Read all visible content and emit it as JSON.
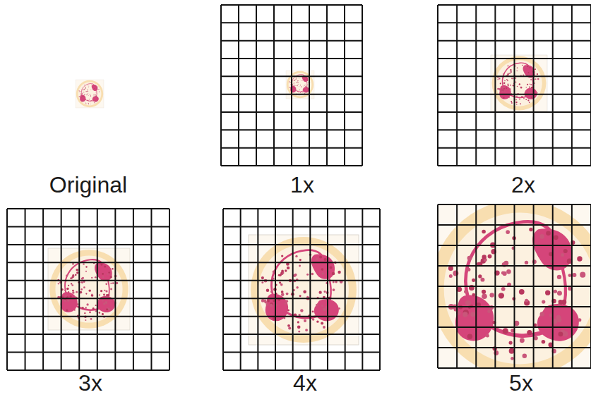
{
  "diagram": {
    "labels": [
      "Original",
      "1x",
      "2x",
      "3x",
      "4x",
      "5x"
    ]
  }
}
